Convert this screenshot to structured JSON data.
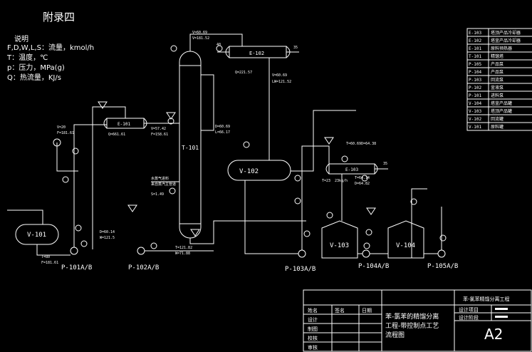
{
  "title": "附录四",
  "legend": {
    "heading": "说明",
    "lines": [
      "F,D,W,L,S：流量，kmol/h",
      "T：温度，℃",
      "p：压力，MPa(g)",
      "Q：热流量，KJ/s"
    ]
  },
  "equipment_table": [
    {
      "id": "E-103",
      "name": "塔顶产品冷却器"
    },
    {
      "id": "E-102",
      "name": "塔釜产品冷却器"
    },
    {
      "id": "E-101",
      "name": "原料预热器"
    },
    {
      "id": "T-101",
      "name": "精馏塔"
    },
    {
      "id": "P-105",
      "name": "产品泵"
    },
    {
      "id": "P-104",
      "name": "产品泵"
    },
    {
      "id": "P-103",
      "name": "回流泵"
    },
    {
      "id": "P-102",
      "name": "釜液泵"
    },
    {
      "id": "P-101",
      "name": "进料泵"
    },
    {
      "id": "V-104",
      "name": "塔釜产品罐"
    },
    {
      "id": "V-103",
      "name": "塔顶产品罐"
    },
    {
      "id": "V-102",
      "name": "回流罐"
    },
    {
      "id": "V-101",
      "name": "原料罐"
    }
  ],
  "equipment": {
    "v101": "V-101",
    "v102": "V-102",
    "v103": "V-103",
    "v104": "V-104",
    "t101": "T-101",
    "e101": "E-101",
    "e102": "E-102",
    "e103": "E-103",
    "p101": "P-101A/B",
    "p102": "P-102A/B",
    "p103": "P-103A/B",
    "p104": "P-104A/B",
    "p105": "P-105A/B"
  },
  "stream_labels": {
    "top_vapor": [
      "V=60.69",
      "V=181.52"
    ],
    "e102_q": "Q=221.57",
    "reflux": [
      "V=60.69",
      "LW=121.52"
    ],
    "feed_in": [
      "V=20",
      "F=181.61"
    ],
    "e101_q": "Q=661.61",
    "e101_out": [
      "V=57.42",
      "F=158.61"
    ],
    "mid_side": [
      "D=60.69",
      "L=66.17"
    ],
    "steam": [
      "水蒸气进料",
      "来自蒸汽主管道"
    ],
    "steam_s": "S=1.49",
    "bottom": [
      "D=60.14",
      "W=121.5"
    ],
    "p102_out": [
      "T=121.82",
      "W=71.88"
    ],
    "p101_out": [
      "T=80",
      "F=181.61"
    ],
    "e103_top": "T=60.69D=64.38",
    "e103_bot": [
      "T=64.14",
      "D=64.82"
    ],
    "e103_left": "T=23",
    "e103_side": "23kg/h",
    "e103_right": "35",
    "e102_right": "35",
    "e102_left": "40"
  },
  "title_block": {
    "company": "苯-氯苯精馏分离工程",
    "drawing_name": [
      "苯-氯苯的精馏分离",
      "工程-带控制点工艺",
      "流程图"
    ],
    "rows": [
      {
        "label": "姓名",
        "sign": "签名",
        "date": "日期"
      },
      {
        "label": "设计",
        "sign": "",
        "date": ""
      },
      {
        "label": "制图",
        "sign": "",
        "date": ""
      },
      {
        "label": "校核",
        "sign": "",
        "date": ""
      },
      {
        "label": "审核",
        "sign": "",
        "date": ""
      }
    ],
    "project": "设计项目",
    "stage": "设计阶段",
    "size": "A2"
  }
}
